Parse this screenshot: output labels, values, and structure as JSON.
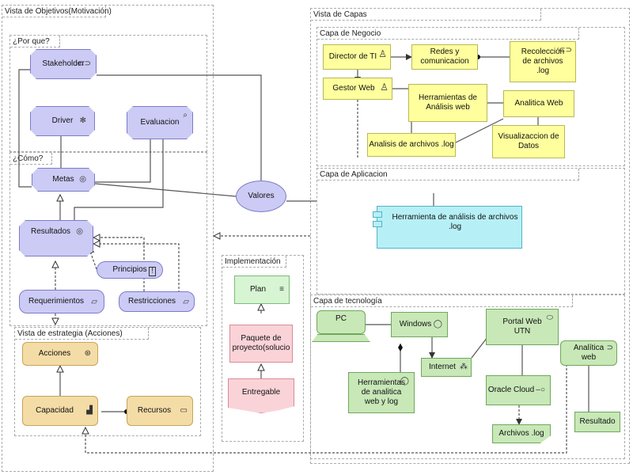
{
  "groups": {
    "motivation": "Vista de Objetivos(Motivación)",
    "why": "¿Por que?",
    "how": "¿Cómo?",
    "strategy": "Vista de estrategia (Acciones)",
    "layers": "Vista de Capas",
    "business": "Capa de Negocio",
    "application": "Capa de Aplicacion",
    "technology": "Capa de tecnología",
    "implementation": "Implementación"
  },
  "motivation": {
    "stakeholder": "Stakeholder",
    "driver": "Driver",
    "evaluacion": "Evaluacion",
    "metas": "Metas",
    "valores": "Valores",
    "resultados": "Resultados",
    "principios": "Principios",
    "requerimientos": "Requerimientos",
    "restricciones": "Restricciones"
  },
  "strategy": {
    "acciones": "Acciones",
    "capacidad": "Capacidad",
    "recursos": "Recursos"
  },
  "business": {
    "director": "Director de TI",
    "redes": "Redes y comunicacion",
    "recoleccion": "Recolección de archivos .log",
    "gestor": "Gestor Web",
    "herramientas": "Herramientas de Análisis web",
    "analitica": "Analitica Web",
    "analisis": "Analisis de archivos .log",
    "visualizacion": "Visualizaccion de Datos"
  },
  "application": {
    "herramienta": "Herramienta de análisis de archivos .log"
  },
  "technology": {
    "pc": "PC",
    "windows": "Windows",
    "portal": "Portal Web UTN",
    "internet": "Internet",
    "analitica": "Analítica web",
    "herramientas": "Herramientas de analitica web y log",
    "oracle": "Oracle Cloud",
    "resultado": "Resultado",
    "archivos": "Archivos .log"
  },
  "implementation": {
    "plan": "Plan",
    "paquete": "Paquete de proyecto(solucio",
    "entregable": "Entregable"
  },
  "colors": {
    "motivation": "#cccbf5",
    "business": "#ffff9e",
    "application": "#b6f0f6",
    "technology": "#c8e8b8",
    "strategy": "#f4dca6",
    "deliverable": "#fad3d8"
  }
}
